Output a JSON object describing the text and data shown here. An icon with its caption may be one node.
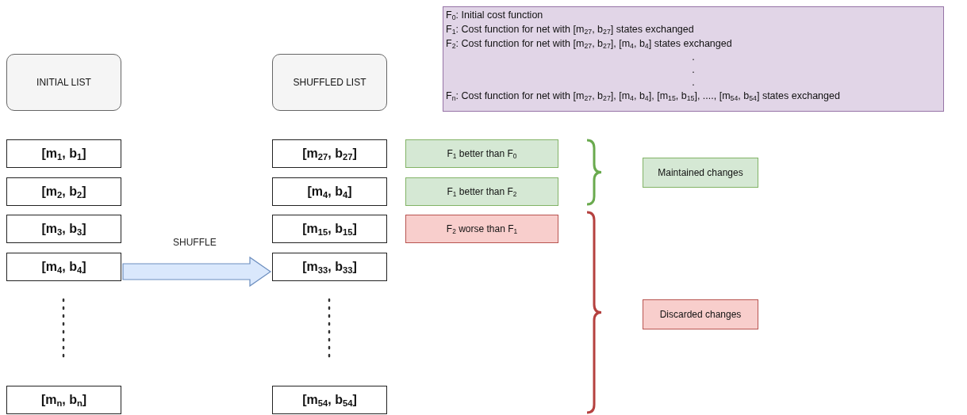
{
  "diagram": {
    "nodes": [
      {
        "text": [
          "F$_{0}$: Initial cost function",
          "F$_{1}$: Cost function for net with [m$_{27}$, b$_{27}$] states exchanged",
          "F$_{2}$: Cost function for net with [m$_{27}$, b$_{27}$], [m$_{4}$, b$_{4}$] states exchanged",
          ".",
          ".",
          ".",
          "F$_{n}$: Cost function for net with [m$_{27}$, b$_{27}$], [m$_{4}$, b$_{4}$], [m$_{15}$, b$_{15}$], ...., [m$_{54}$, b$_{54}$] states exchanged"
        ]
      },
      {
        "text": [
          "INITIAL LIST"
        ]
      },
      {
        "text": [
          "SHUFFLED LIST"
        ]
      },
      {
        "text": [
          "[m$_{1}$, b$_{1}$]"
        ]
      },
      {
        "text": [
          "[m$_{2}$, b$_{2}$]"
        ]
      },
      {
        "text": [
          "[m$_{3}$, b$_{3}$]"
        ]
      },
      {
        "text": [
          "[m$_{4}$, b$_{4}$]"
        ]
      },
      {
        "text": [
          "[m$_{n}$, b$_{n}$]"
        ]
      },
      {
        "text": [
          "[m$_{27}$, b$_{27}$]"
        ]
      },
      {
        "text": [
          "[m$_{4}$, b$_{4}$]"
        ]
      },
      {
        "text": [
          "[m$_{15}$, b$_{15}$]"
        ]
      },
      {
        "text": [
          "[m$_{33}$, b$_{33}$]"
        ]
      },
      {
        "text": [
          "[m$_{54}$, b$_{54}$]"
        ]
      },
      {
        "text": [
          "F$_{1}$ better than F$_{0}$"
        ]
      },
      {
        "text": [
          "F$_{1}$ better than F$_{2}$"
        ]
      },
      {
        "text": [
          "F$_{2}$ worse than F$_{1}$"
        ]
      },
      {
        "text": [
          "Maintained changes"
        ]
      },
      {
        "text": [
          "Discarded changes"
        ]
      }
    ],
    "edges": [
      {
        "from": 6,
        "to": 11,
        "arrow": "to",
        "label": "SHUFFLE"
      }
    ]
  }
}
